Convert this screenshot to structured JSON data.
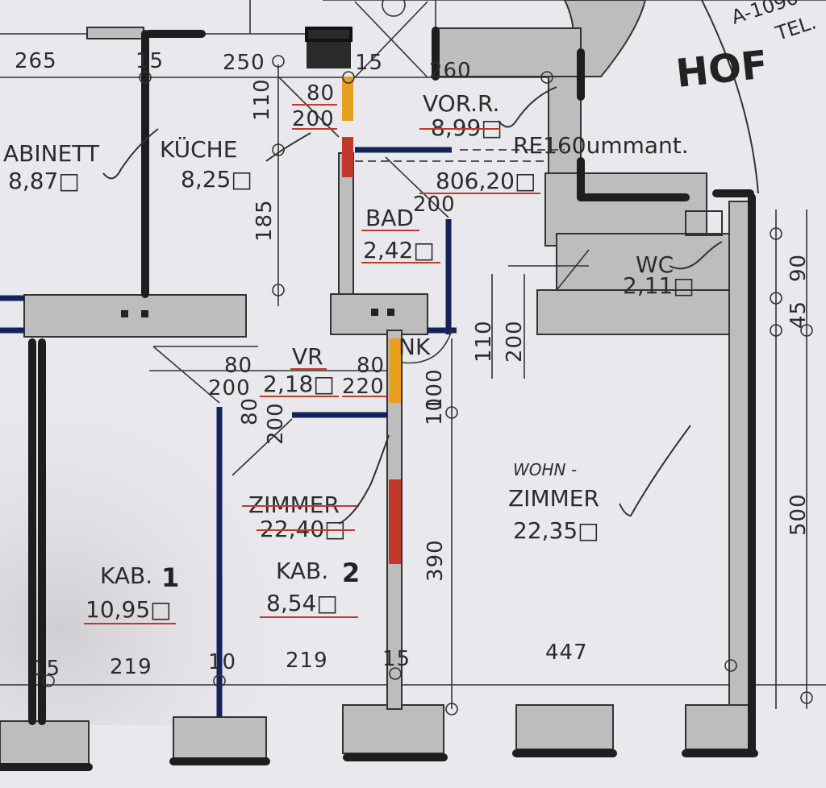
{
  "corner": {
    "line1": "A-1090",
    "line2": "TEL."
  },
  "hof": "HOF",
  "dims": {
    "top_265": "265",
    "top_15a": "15",
    "top_250": "250",
    "top_15b": "15",
    "top_260": "260",
    "v110_top": "110",
    "v185": "185",
    "door_kuche_w": "80",
    "door_kuche_h": "200",
    "door_vr_w": "80",
    "door_vr_h": "200",
    "door_nk_w": "80",
    "door_nk_h": "220",
    "door_kab2_w": "80",
    "door_kab2_h": "200",
    "door_bad_h": "200",
    "nk_100": "100",
    "nk_10": "10",
    "v110_mid": "110",
    "v200_mid": "200",
    "v390": "390",
    "right_90": "90",
    "right_45": "45",
    "right_500": "500",
    "bot_15a": "15",
    "bot_219a": "219",
    "bot_10": "10",
    "bot_219b": "219",
    "bot_15b": "15",
    "bot_447": "447"
  },
  "rooms": {
    "kabinett": {
      "name": "ABINETT",
      "area": "8,87□"
    },
    "kuche": {
      "name": "KÜCHE",
      "area": "8,25□"
    },
    "vorraum": {
      "name": "VOR.R.",
      "area": "8,99□"
    },
    "reummant": "RE160ummant.",
    "fenster": "806,20□",
    "bad": {
      "name": "BAD",
      "area": "2,42□"
    },
    "wc": {
      "name": "WC",
      "area": "2,11□"
    },
    "vr": {
      "name": "VR",
      "area": "2,18□"
    },
    "nk": "NK",
    "zimmer_old": {
      "name": "ZIMMER",
      "area": "22,40□"
    },
    "kab1": {
      "name": "KAB.",
      "num": "1",
      "area": "10,95□"
    },
    "kab2": {
      "name": "KAB.",
      "num": "2",
      "area": "8,54□"
    },
    "wohn": {
      "hand": "WOHN -",
      "name": "ZIMMER",
      "area": "22,35□"
    }
  }
}
